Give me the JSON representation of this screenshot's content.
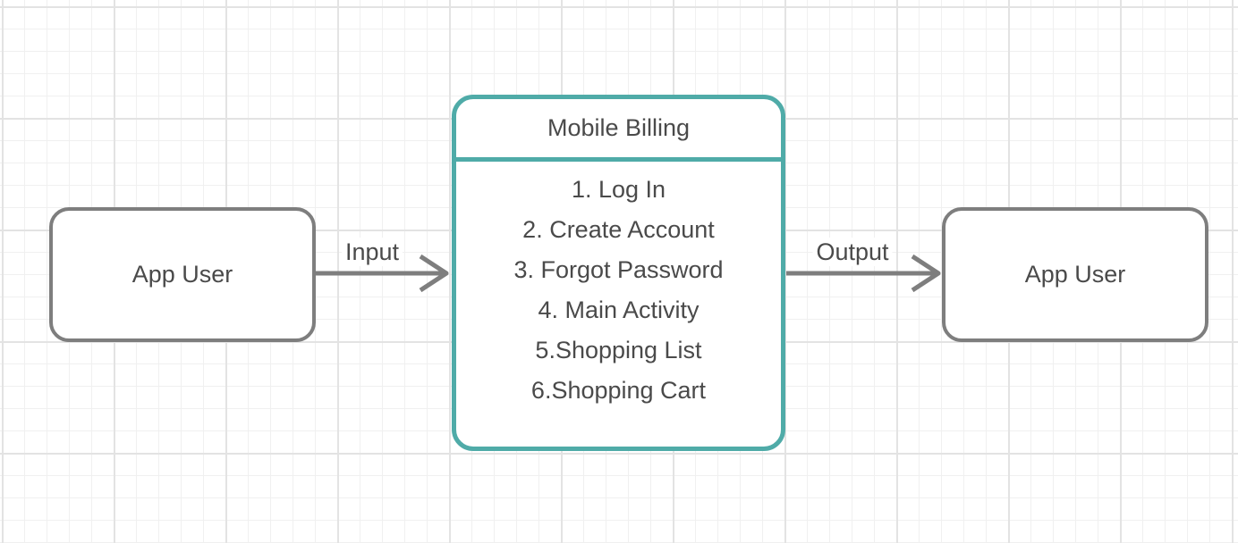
{
  "diagram": {
    "nodes": {
      "actor_left": {
        "label": "App User"
      },
      "actor_right": {
        "label": "App User"
      },
      "process": {
        "title": "Mobile Billing",
        "steps": [
          "1. Log In",
          "2. Create Account",
          "3. Forgot Password",
          "4. Main Activity",
          "5.Shopping List",
          "6.Shopping Cart"
        ]
      }
    },
    "edges": {
      "input": {
        "label": "Input"
      },
      "output": {
        "label": "Output"
      }
    },
    "colors": {
      "background": "#ffffff",
      "grid_minor": "#f0f0f0",
      "grid_major": "#e3e3e3",
      "node_border_gray": "#7e7e7e",
      "process_border_teal": "#4faba8",
      "text": "#4a4a4a",
      "arrow": "#7e7e7e"
    }
  }
}
